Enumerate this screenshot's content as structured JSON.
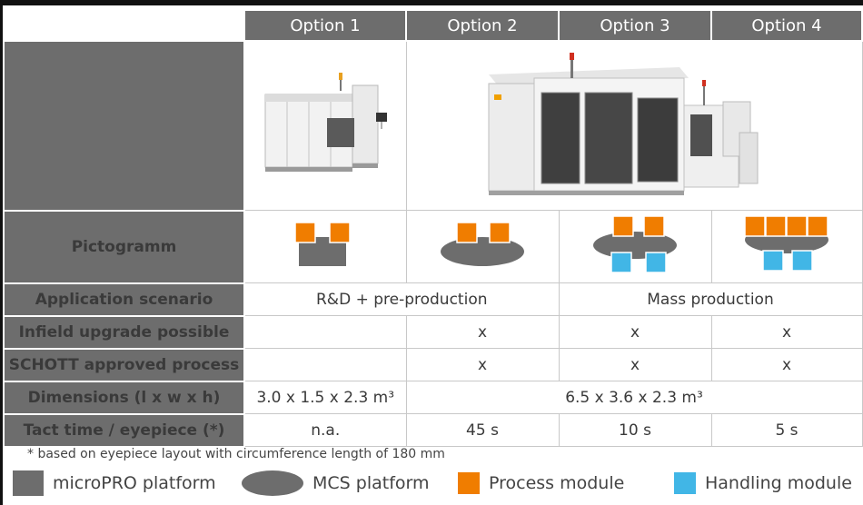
{
  "header": {
    "options": [
      "Option 1",
      "Option 2",
      "Option 3",
      "Option 4"
    ]
  },
  "rows": {
    "pictogram_label": "Pictogramm",
    "application": {
      "label": "Application scenario",
      "opt12": "R&D + pre-production",
      "opt34": "Mass production"
    },
    "infield": {
      "label": "Infield upgrade possible",
      "values": [
        "",
        "x",
        "x",
        "x"
      ]
    },
    "schott": {
      "label": "SCHOTT approved process",
      "values": [
        "",
        "x",
        "x",
        "x"
      ]
    },
    "dimensions": {
      "label": "Dimensions (l x w x h)",
      "opt1": "3.0 x 1.5 x 2.3 m³",
      "opt234": "6.5 x 3.6 x 2.3 m³"
    },
    "tact": {
      "label": "Tact time / eyepiece (*)",
      "values": [
        "n.a.",
        "45 s",
        "10 s",
        "5 s"
      ]
    }
  },
  "footnote": "* based on eyepiece layout with circumference length of 180 mm",
  "legend": {
    "micropro": "microPRO platform",
    "mcs": "MCS platform",
    "process": "Process module",
    "handling": "Handling module"
  },
  "colors": {
    "grey": "#6d6d6d",
    "orange": "#f07d00",
    "blue": "#41b6e6"
  }
}
